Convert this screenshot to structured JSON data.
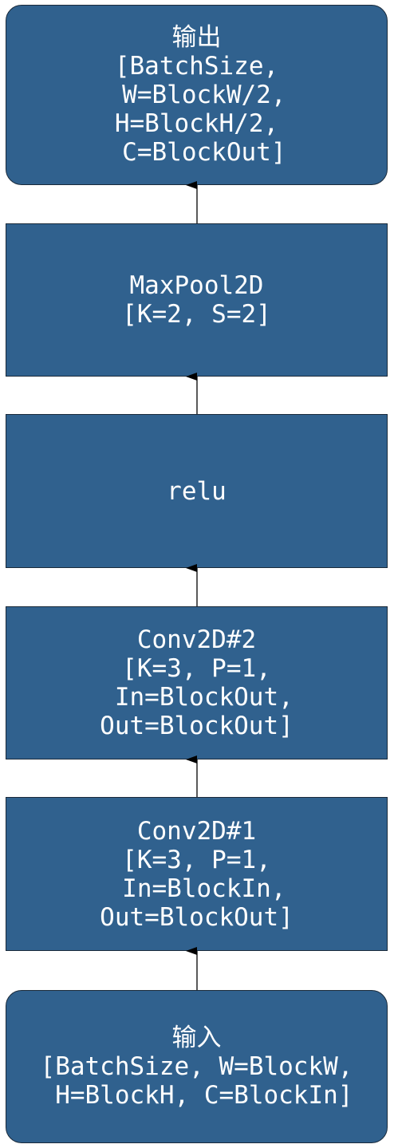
{
  "nodes": {
    "output": {
      "lines": [
        "输出",
        "[BatchSize,",
        " W=BlockW/2,",
        "H=BlockH/2,",
        " C=BlockOut]"
      ]
    },
    "maxpool": {
      "lines": [
        "MaxPool2D",
        "[K=2, S=2]"
      ]
    },
    "relu": {
      "lines": [
        "relu"
      ]
    },
    "conv2": {
      "lines": [
        "Conv2D#2",
        "[K=3, P=1,",
        " In=BlockOut,",
        "Out=BlockOut]"
      ]
    },
    "conv1": {
      "lines": [
        "Conv2D#1",
        "[K=3, P=1,",
        " In=BlockIn,",
        "Out=BlockOut]"
      ]
    },
    "input": {
      "lines": [
        "输入",
        "[BatchSize, W=BlockW,",
        " H=BlockH, C=BlockIn]"
      ]
    }
  },
  "colors": {
    "node_fill": "#30618e",
    "node_border": "#1a2a3a",
    "text": "#ffffff",
    "arrow": "#000000"
  }
}
